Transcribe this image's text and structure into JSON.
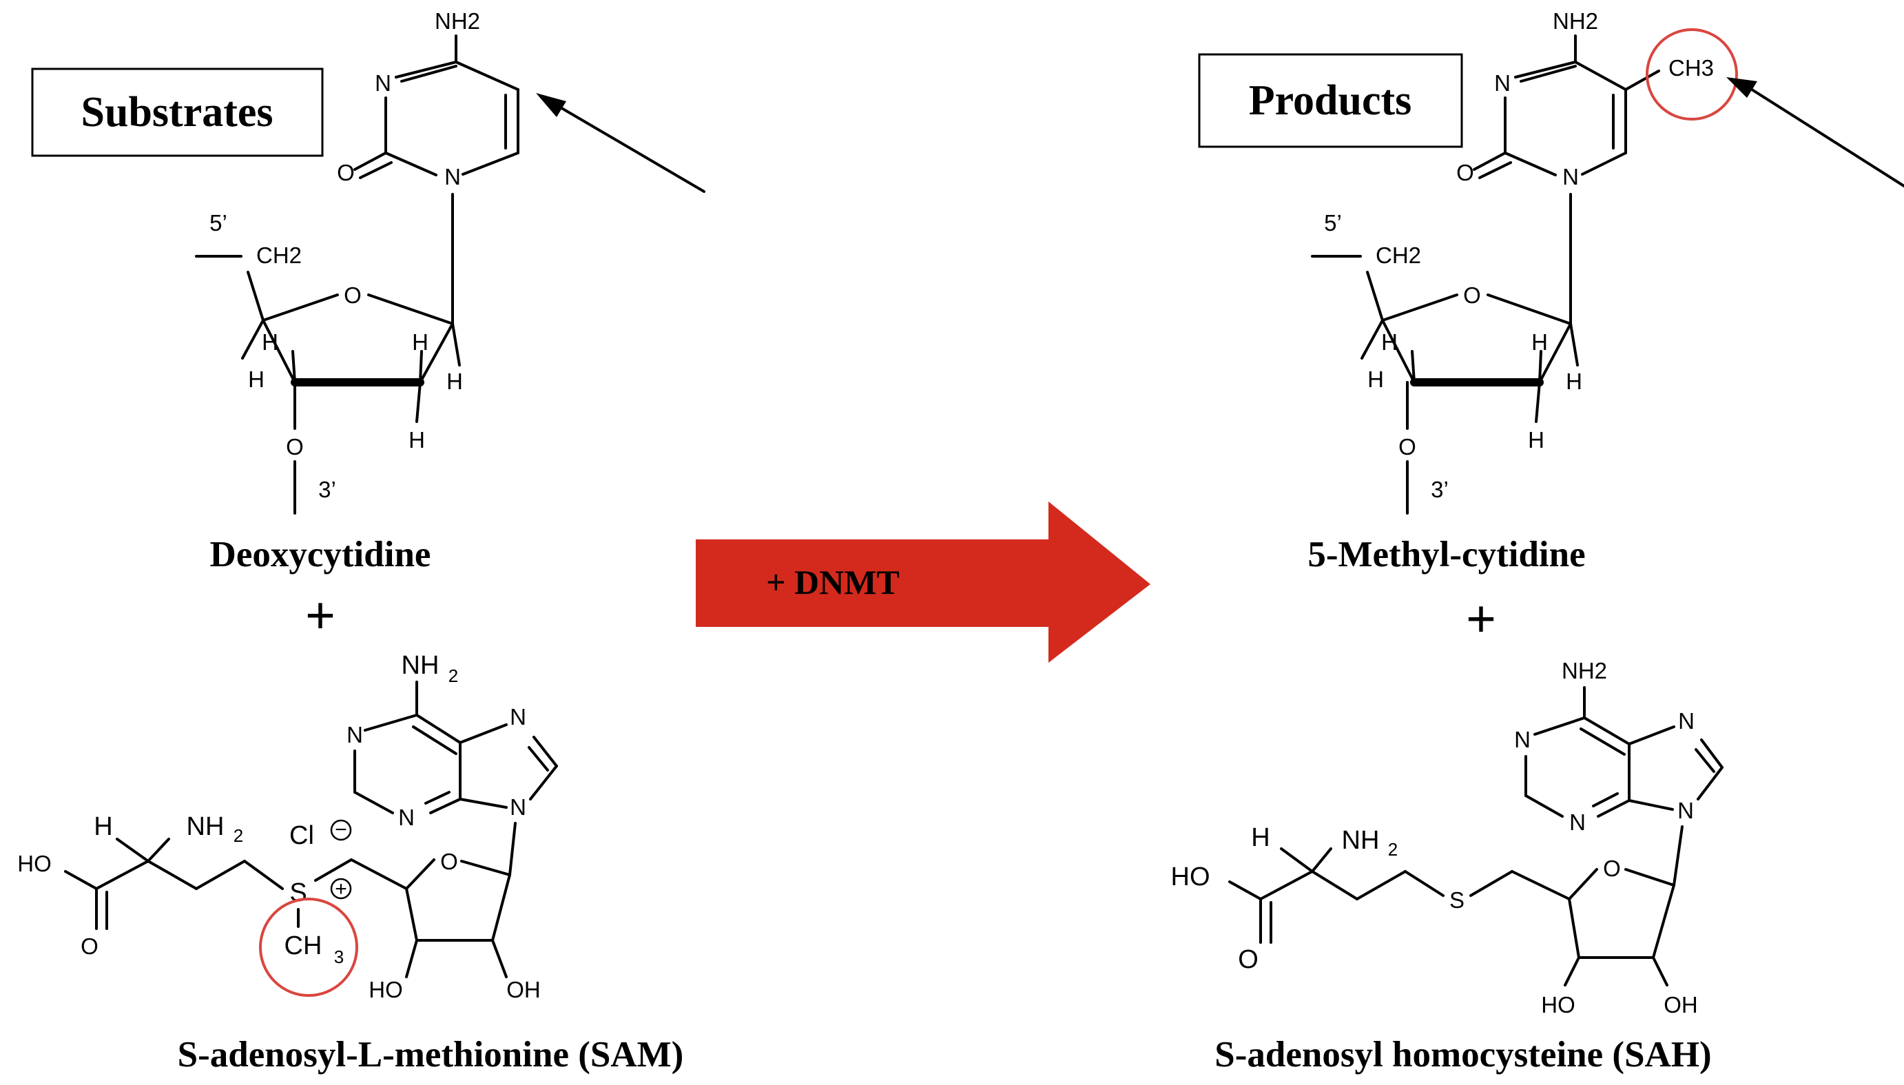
{
  "substrates_label": "Substrates",
  "products_label": "Products",
  "reaction_label": "+ DNMT",
  "plus_sign": "+",
  "molecules": {
    "deoxycytidine": "Deoxycytidine",
    "methyl_cytidine": "5-Methyl-cytidine",
    "sam": "S-adenosyl-L-methionine (SAM)",
    "sah": "S-adenosyl homocysteine (SAH)"
  },
  "atoms": {
    "nh2_plain": "NH2",
    "n": "N",
    "o": "O",
    "h": "H",
    "ch2": "CH2",
    "ch3": "CH3",
    "ch_part": "CH",
    "sub_2": "2",
    "sub_3": "3",
    "nh_part": "NH",
    "five_prime": "5’",
    "three_prime": "3’",
    "ho": "HO",
    "oh": "OH",
    "s": "S",
    "cl": "Cl",
    "minus": "−",
    "plusc": "+"
  },
  "colors": {
    "arrow_fill": "#d42a1e",
    "highlight_circle": "#d9463f",
    "ink": "#000000"
  }
}
